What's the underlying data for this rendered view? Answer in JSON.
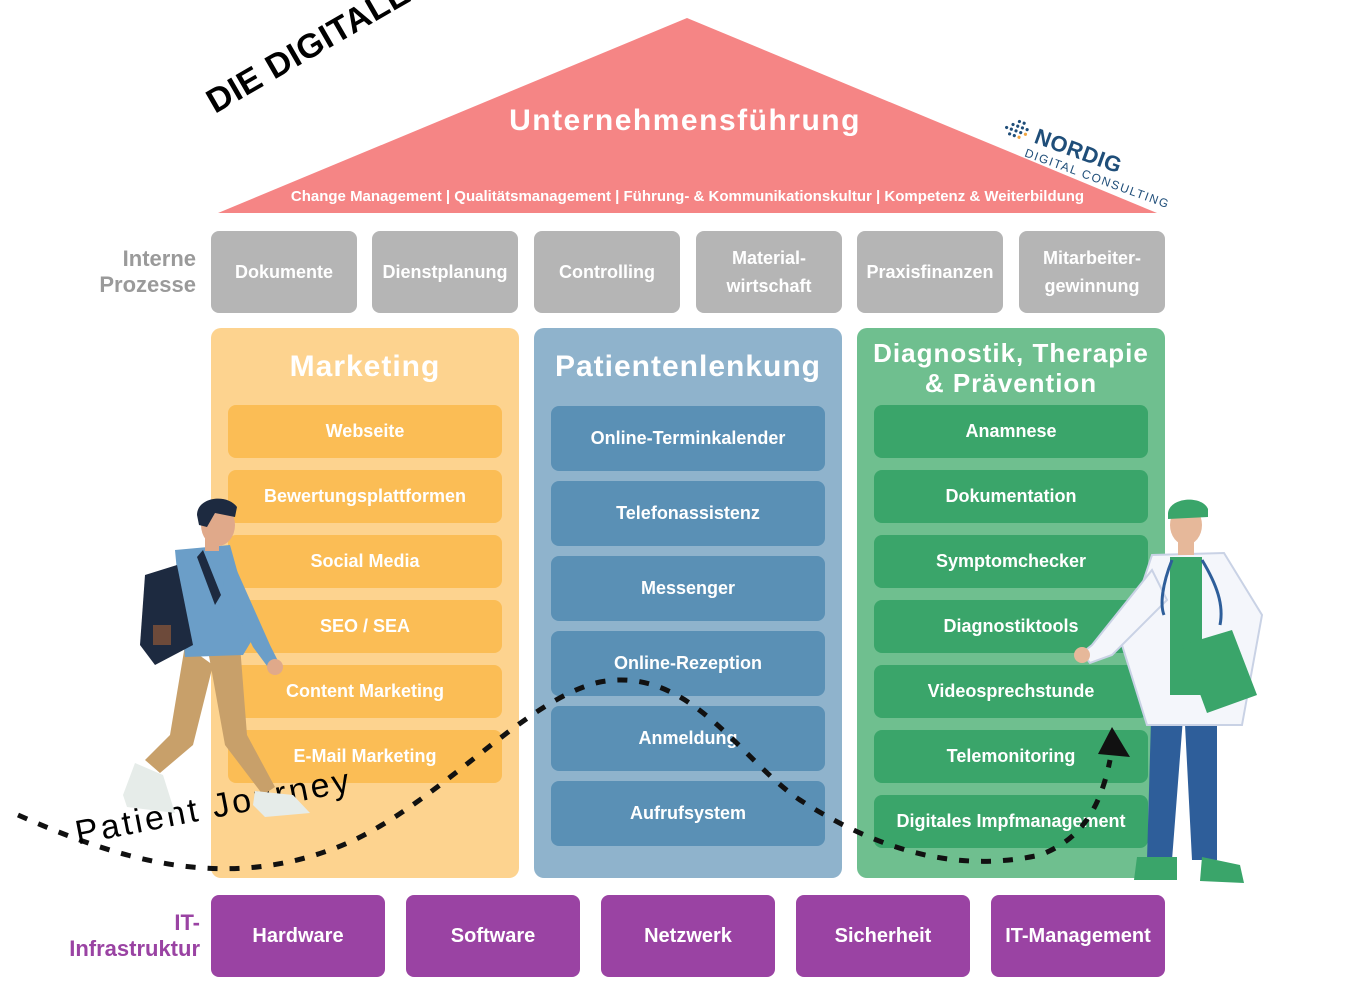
{
  "title": "DIE DIGITALE ARZTPRAXIS",
  "roof": {
    "title": "Unternehmensführung",
    "subtitle": "Change Management | Qualitätsmanagement | Führung- & Kommunikationskultur | Kompetenz & Weiterbildung",
    "color": "#f58585"
  },
  "logo": {
    "name": "NORDIG",
    "tagline": "DIGITAL CONSULTING"
  },
  "internal": {
    "label": "Interne\nProzesse",
    "items": [
      "Dokumente",
      "Dienstplanung",
      "Controlling",
      "Material-\nwirtschaft",
      "Praxisfinanzen",
      "Mitarbeiter-\ngewinnung"
    ]
  },
  "pillars": [
    {
      "title": "Marketing",
      "color": "#fdd38f",
      "item_color": "#fbbd55",
      "items": [
        "Webseite",
        "Bewertungsplattformen",
        "Social Media",
        "SEO / SEA",
        "Content Marketing",
        "E-Mail Marketing"
      ]
    },
    {
      "title": "Patientenlenkung",
      "color": "#8fb3cc",
      "item_color": "#5a90b5",
      "items": [
        "Online-Terminkalender",
        "Telefonassistenz",
        "Messenger",
        "Online-Rezeption",
        "Anmeldung",
        "Aufrufsystem"
      ]
    },
    {
      "title": "Diagnostik, Therapie\n& Prävention",
      "color": "#6fbf8f",
      "item_color": "#3aa56a",
      "items": [
        "Anamnese",
        "Dokumentation",
        "Symptomchecker",
        "Diagnostiktools",
        "Videosprechstunde",
        "Telemonitoring",
        "Digitales Impfmanagement"
      ]
    }
  ],
  "it": {
    "label": "IT-\nInfrastruktur",
    "items": [
      "Hardware",
      "Software",
      "Netzwerk",
      "Sicherheit",
      "IT-Management"
    ],
    "color": "#9a43a3"
  },
  "journey_label": "Patient Journey"
}
